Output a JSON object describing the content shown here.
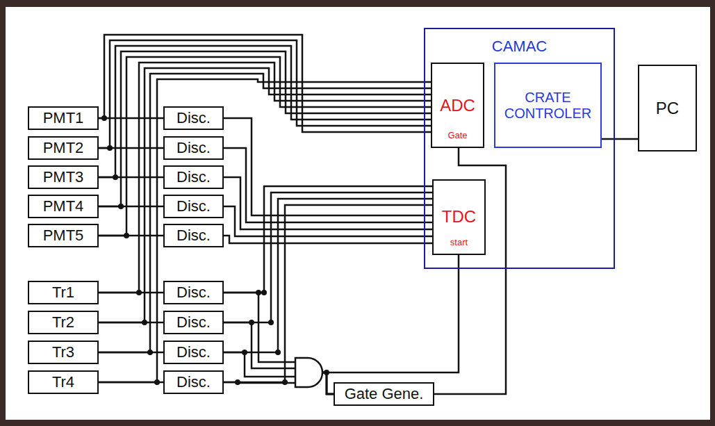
{
  "diagram": {
    "nodes": [
      {
        "text": [
          "PMT1"
        ]
      },
      {
        "text": [
          "PMT2"
        ]
      },
      {
        "text": [
          "PMT3"
        ]
      },
      {
        "text": [
          "PMT4"
        ]
      },
      {
        "text": [
          "PMT5"
        ]
      },
      {
        "text": [
          "Tr1"
        ]
      },
      {
        "text": [
          "Tr2"
        ]
      },
      {
        "text": [
          "Tr3"
        ]
      },
      {
        "text": [
          "Tr4"
        ]
      },
      {
        "text": [
          "Disc."
        ]
      },
      {
        "text": [
          "Disc."
        ]
      },
      {
        "text": [
          "Disc."
        ]
      },
      {
        "text": [
          "Disc."
        ]
      },
      {
        "text": [
          "Disc."
        ]
      },
      {
        "text": [
          "Disc."
        ]
      },
      {
        "text": [
          "Disc."
        ]
      },
      {
        "text": [
          "Disc."
        ]
      },
      {
        "text": [
          "Disc."
        ]
      },
      {
        "text": [
          "CAMAC"
        ]
      },
      {
        "text": [
          "ADC",
          "Gate"
        ],
        "in": 18
      },
      {
        "text": [
          "CRATE CONTROLER"
        ],
        "in": 18
      },
      {
        "text": [
          "TDC",
          "start"
        ],
        "in": 18
      },
      {
        "text": [
          "PC"
        ]
      },
      {
        "text": [
          "Gate Gene."
        ]
      }
    ],
    "edges": [
      {
        "from": 0,
        "to": 9,
        "arrow": "none"
      },
      {
        "from": 1,
        "to": 10,
        "arrow": "none"
      },
      {
        "from": 2,
        "to": 11,
        "arrow": "none"
      },
      {
        "from": 3,
        "to": 12,
        "arrow": "none"
      },
      {
        "from": 4,
        "to": 13,
        "arrow": "none"
      },
      {
        "from": 5,
        "to": 14,
        "arrow": "none"
      },
      {
        "from": 6,
        "to": 15,
        "arrow": "none"
      },
      {
        "from": 7,
        "to": 16,
        "arrow": "none"
      },
      {
        "from": 8,
        "to": 17,
        "arrow": "none"
      },
      {
        "from": 0,
        "to": 19,
        "arrow": "none"
      },
      {
        "from": 1,
        "to": 19,
        "arrow": "none"
      },
      {
        "from": 2,
        "to": 19,
        "arrow": "none"
      },
      {
        "from": 3,
        "to": 19,
        "arrow": "none"
      },
      {
        "from": 4,
        "to": 19,
        "arrow": "none"
      },
      {
        "from": 5,
        "to": 19,
        "arrow": "none"
      },
      {
        "from": 6,
        "to": 19,
        "arrow": "none"
      },
      {
        "from": 7,
        "to": 19,
        "arrow": "none"
      },
      {
        "from": 8,
        "to": 19,
        "arrow": "none"
      },
      {
        "from": 9,
        "to": 21,
        "arrow": "none"
      },
      {
        "from": 10,
        "to": 21,
        "arrow": "none"
      },
      {
        "from": 11,
        "to": 21,
        "arrow": "none"
      },
      {
        "from": 12,
        "to": 21,
        "arrow": "none"
      },
      {
        "from": 13,
        "to": 21,
        "arrow": "none"
      },
      {
        "from": 14,
        "to": 21,
        "arrow": "none"
      },
      {
        "from": 15,
        "to": 21,
        "arrow": "none"
      },
      {
        "from": 16,
        "to": 21,
        "arrow": "none"
      },
      {
        "from": 17,
        "to": 21,
        "arrow": "none"
      },
      {
        "from": 14,
        "to": 23,
        "arrow": "none"
      },
      {
        "from": 15,
        "to": 23,
        "arrow": "none"
      },
      {
        "from": 16,
        "to": 23,
        "arrow": "none"
      },
      {
        "from": 17,
        "to": 23,
        "arrow": "none"
      },
      {
        "from": 23,
        "to": 19,
        "arrow": "none"
      },
      {
        "from": 20,
        "to": 22,
        "arrow": "none"
      }
    ]
  }
}
